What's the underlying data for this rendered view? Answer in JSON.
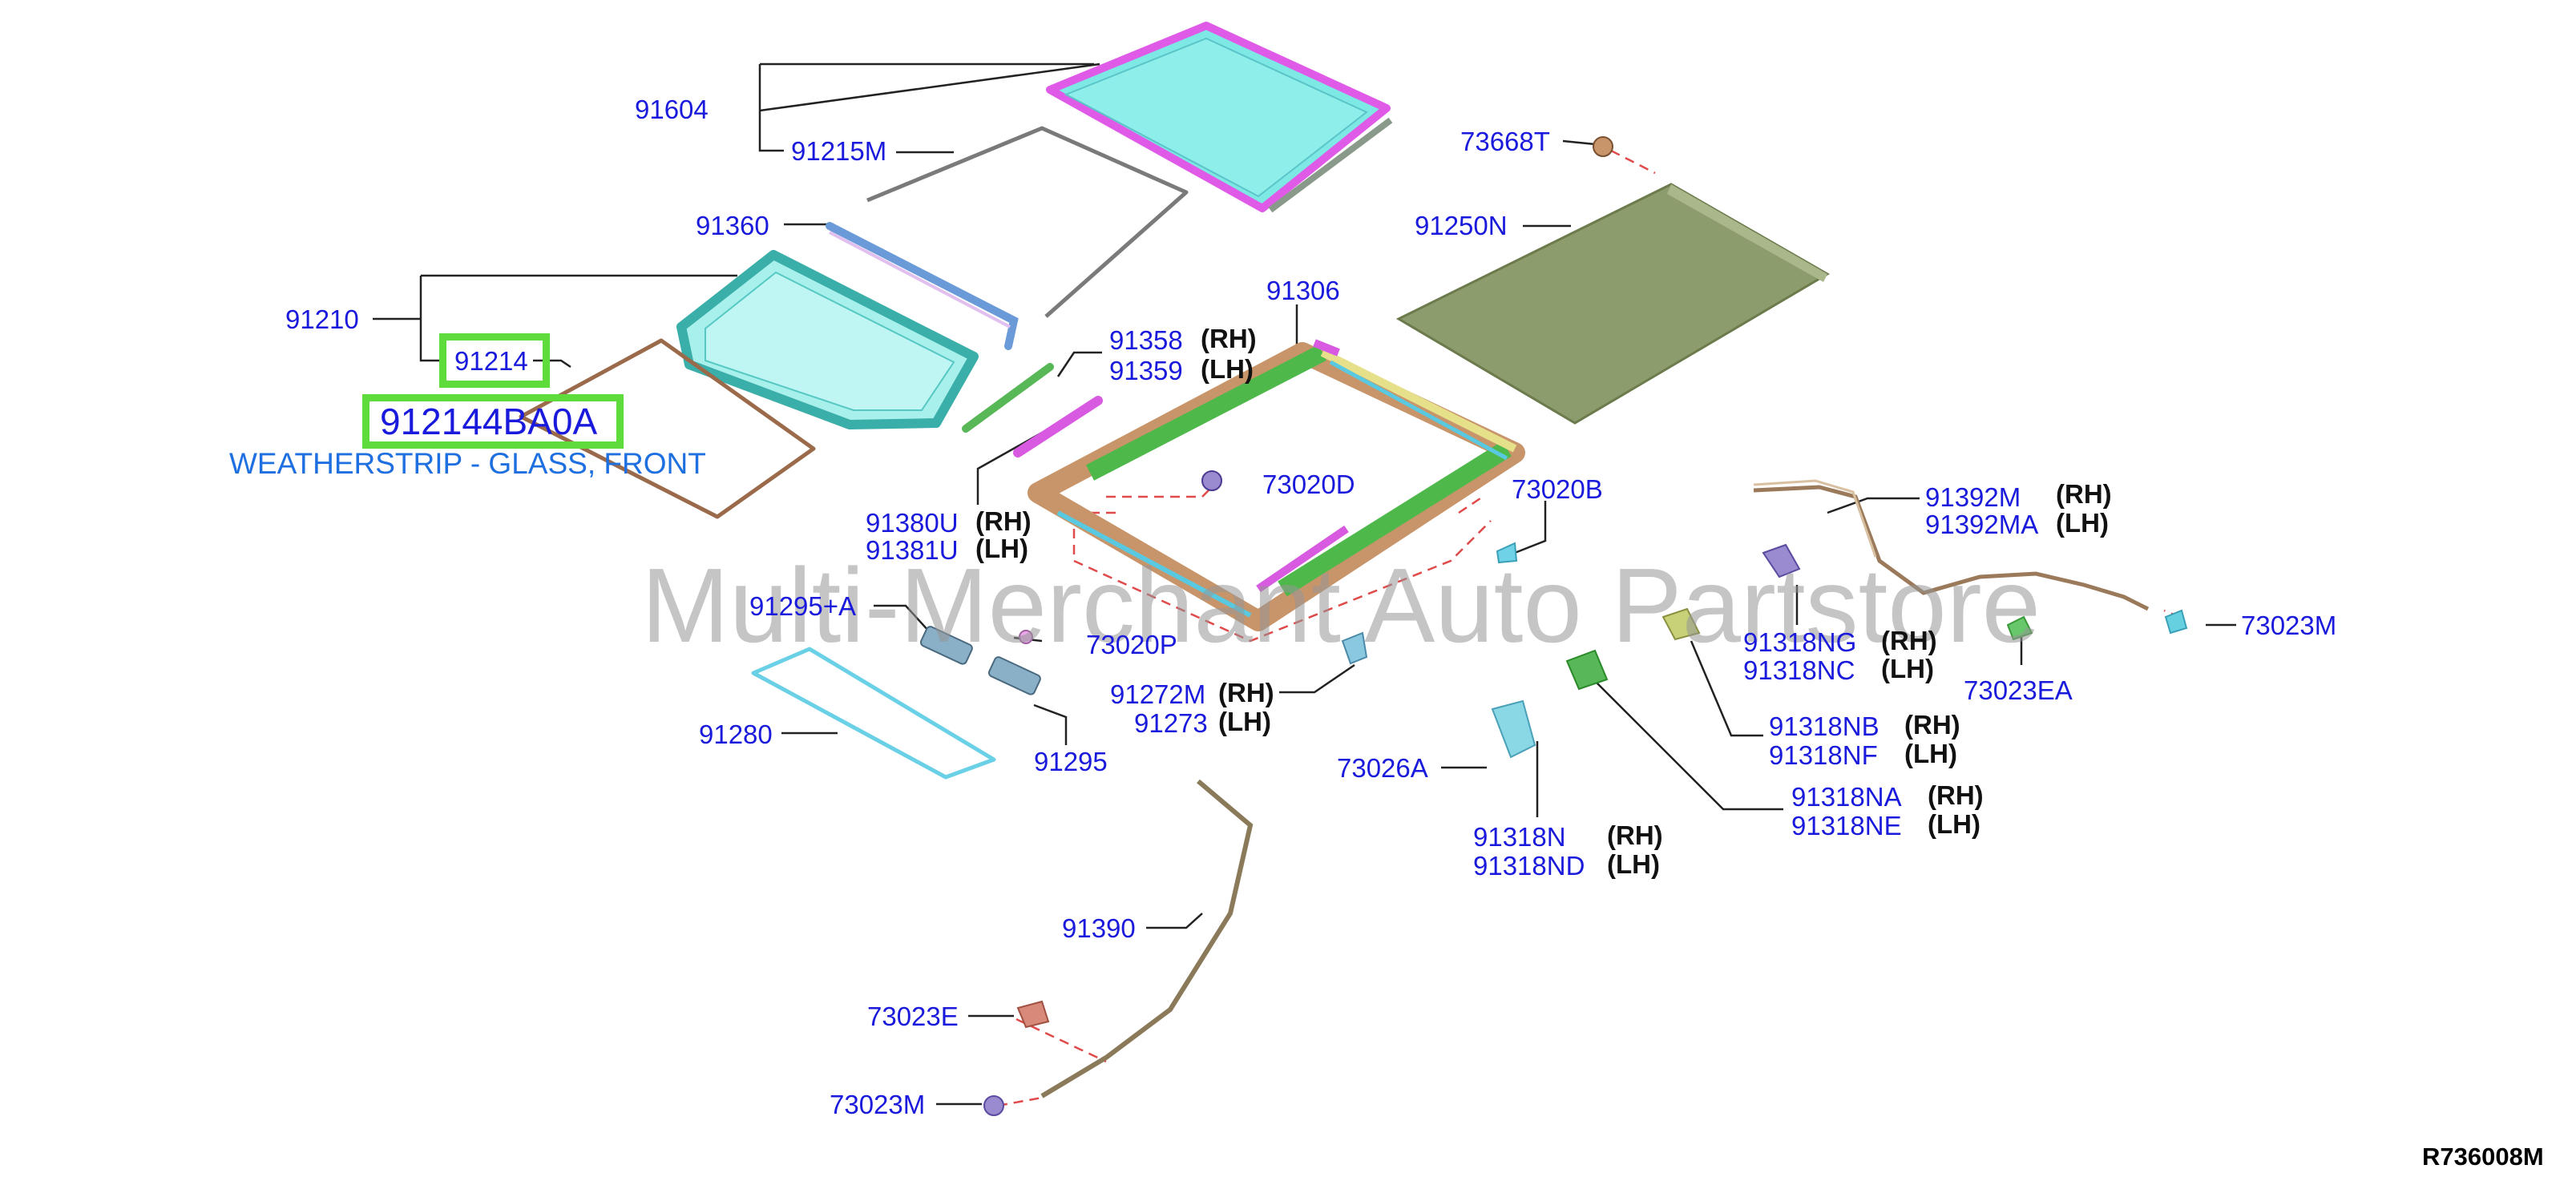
{
  "diagram_id": "R736008M",
  "watermark": "Multi-Merchant Auto Partstore",
  "highlight": {
    "callout_number": "91214",
    "part_number": "912144BA0A",
    "description": "WEATHERSTRIP - GLASS, FRONT"
  },
  "side_markers": {
    "rh": "(RH)",
    "lh": "(LH)"
  },
  "labels": {
    "p91604": "91604",
    "p91215M": "91215M",
    "p91360": "91360",
    "p91210": "91210",
    "p73668T": "73668T",
    "p91250N": "91250N",
    "p91306": "91306",
    "p91358": "91358",
    "p91359": "91359",
    "p73020D": "73020D",
    "p73020B": "73020B",
    "p91380U": "91380U",
    "p91381U": "91381U",
    "p91392M": "91392M",
    "p91392MA": "91392MA",
    "p91295A": "91295+A",
    "p73020P": "73020P",
    "p91318NG": "91318NG",
    "p91318NC": "91318NC",
    "p73023M_r": "73023M",
    "p73023EA": "73023EA",
    "p91272M": "91272M",
    "p91273": "91273",
    "p91280": "91280",
    "p91295": "91295",
    "p91318NB": "91318NB",
    "p91318NF": "91318NF",
    "p73026A": "73026A",
    "p91318NA": "91318NA",
    "p91318NE": "91318NE",
    "p91318N": "91318N",
    "p91318ND": "91318ND",
    "p91390": "91390",
    "p73023E": "73023E",
    "p73023M_b": "73023M"
  },
  "colors": {
    "label_blue": "#1a1adc",
    "highlight_green": "#5ddc3c",
    "description_blue": "#1e6fe0",
    "glass_cyan": "#6fe3e0",
    "trim_magenta": "#e05ae8",
    "frame_green": "#4fb84a",
    "shade_olive": "#8c9c6c",
    "seal_brown": "#9a6a4a",
    "leader_dash_red": "#e04a4a"
  }
}
